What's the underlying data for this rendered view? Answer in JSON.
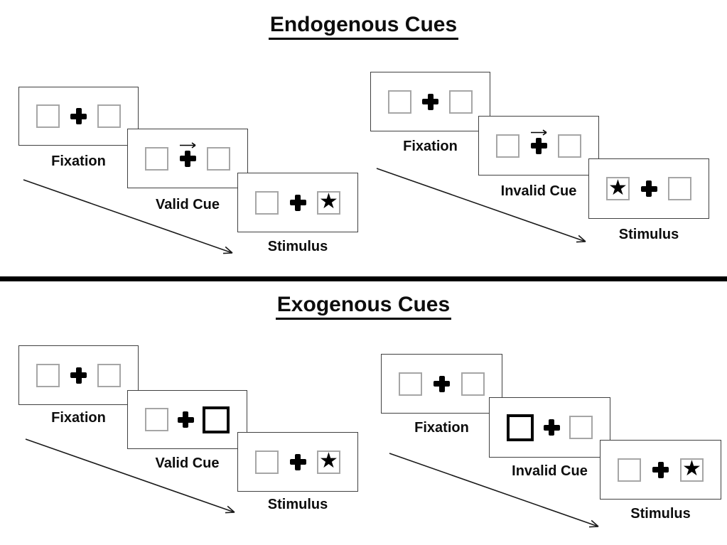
{
  "diagram": "Posner spatial cueing paradigm",
  "sections": [
    {
      "title": "Endogenous Cues",
      "cue_style": "central-arrow",
      "sequences": [
        {
          "name": "valid",
          "steps": [
            {
              "label": "Fixation"
            },
            {
              "label": "Valid Cue",
              "cue": "arrow-right-above-fixation-cross"
            },
            {
              "label": "Stimulus",
              "star_side": "right"
            }
          ]
        },
        {
          "name": "invalid",
          "steps": [
            {
              "label": "Fixation"
            },
            {
              "label": "Invalid Cue",
              "cue": "arrow-right-above-fixation-cross"
            },
            {
              "label": "Stimulus",
              "star_side": "left"
            }
          ]
        }
      ]
    },
    {
      "title": "Exogenous Cues",
      "cue_style": "peripheral-box-highlight",
      "sequences": [
        {
          "name": "valid",
          "steps": [
            {
              "label": "Fixation"
            },
            {
              "label": "Valid Cue",
              "cue": "thick-box-right"
            },
            {
              "label": "Stimulus",
              "star_side": "right"
            }
          ]
        },
        {
          "name": "invalid",
          "steps": [
            {
              "label": "Fixation"
            },
            {
              "label": "Invalid Cue",
              "cue": "thick-box-left"
            },
            {
              "label": "Stimulus",
              "star_side": "right"
            }
          ]
        }
      ]
    }
  ],
  "icons": {
    "star": "★"
  },
  "colors": {
    "ink": "#000000",
    "panel_border": "#404040",
    "placeholder_box_border": "#a6a6a6",
    "cue_box_border": "#000000",
    "background": "#ffffff"
  }
}
